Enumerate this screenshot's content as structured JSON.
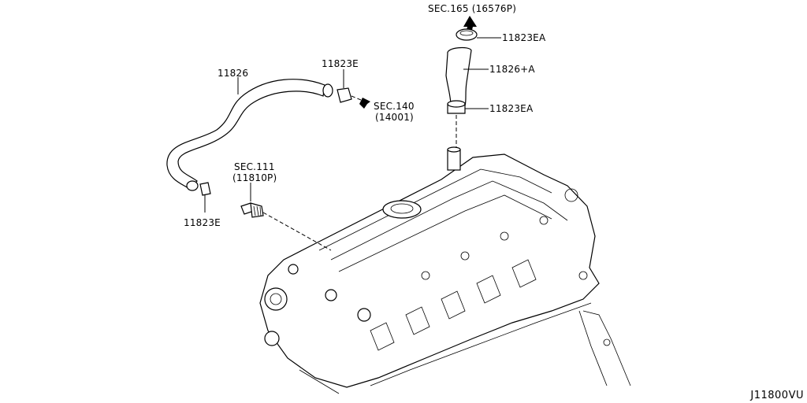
{
  "labels": {
    "sec165": "SEC.165 (16576P)",
    "clamp_top": "11823EA",
    "hose_right": "11826+A",
    "clamp_mid": "11823EA",
    "hose_left": "11826",
    "clamp_left_top": "11823E",
    "sec140": "SEC.140",
    "sec140_sub": "(14001)",
    "sec111": "SEC.111",
    "sec111_sub": "(11810P)",
    "clamp_left_bottom": "11823E"
  },
  "diagram_code": "J11800VU"
}
